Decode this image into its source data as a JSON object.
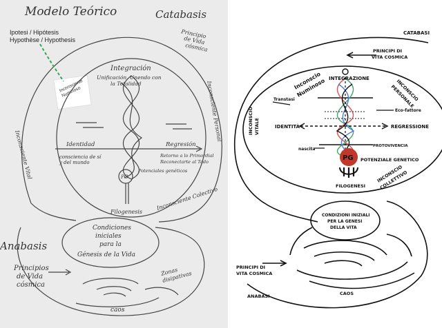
{
  "left": {
    "title": "Modelo Teórico",
    "catabasis": "Catabasis",
    "typed_lines": [
      "Ipotesi / Hipótesis",
      "Hypothèse / Hypothesis"
    ],
    "note": [
      "Inconsciente",
      "Numinoso"
    ],
    "principios_top": [
      "Principio",
      "de Vida",
      "cósmica"
    ],
    "integracion": "Integración",
    "unificacion": [
      "Unificación, Unendo con",
      "la Totalidad"
    ],
    "identidad": "Identidad",
    "consciencia": [
      "consciencia de sí",
      "y del mundo"
    ],
    "regresion": "Regresión",
    "regresion_sub": [
      "Retorno a lo Primordial",
      "Reconectarte al Todo"
    ],
    "inconsciente_personal": "Inconsciente Personal",
    "inconsciente_vital": "Inconsciente Vital",
    "inconsciente_colectivo": "Inconsciente Colectivo",
    "pg": "PG",
    "potenciales": "Potenciales genéticos",
    "filogenesis": "Filogenesis",
    "condiciones": [
      "Condiciones",
      "iniciales",
      "para la",
      "Génesis de la Vida"
    ],
    "anabasis": "Anabasis",
    "principios_bottom": [
      "Principios",
      "de Vida",
      "cósmica"
    ],
    "zonas": [
      "Zonas",
      "disipativas"
    ],
    "caos": "caos"
  },
  "right": {
    "catabasi": "CATABASI",
    "principi_top": [
      "PRINCIPI DI",
      "VITA COSMICA"
    ],
    "integrazione": "INTEGRAZIONE",
    "inconscio_numinoso": [
      "Inconscio",
      "Numinoso"
    ],
    "inconscio_personale": [
      "INCONSCIO",
      "PERSONALE"
    ],
    "inconscio_vitale": [
      "INCONSCIO",
      "VITALE"
    ],
    "transtasi": "Transtasi",
    "eco_fattore": "Eco-fattore",
    "identita": "IDENTITÀ",
    "regressione": "REGRESSIONE",
    "protovivencia": "PROTOVIVENCIA",
    "nascita": "nascita",
    "pg": "PG",
    "potenziale": "POTENZIALE GENETICO",
    "filogenesi": "FILOGENESI",
    "inconscio_collettivo": [
      "INCONSCIO",
      "COLLETTIVO"
    ],
    "condizioni": [
      "CONDIZIONI INIZIALI",
      "PER LA GENESI",
      "DELLA VITA"
    ],
    "principi_bottom": [
      "PRINCIPI DI",
      "VITA COSMICA"
    ],
    "anabasi": "ANABASI",
    "caos": "CAOS"
  },
  "colors": {
    "pg_fill": "#c0392b",
    "helix_red": "#d9534f",
    "helix_green": "#3fa66b",
    "helix_blue": "#4a7bd0",
    "note_arrow": "#3aa35a"
  }
}
